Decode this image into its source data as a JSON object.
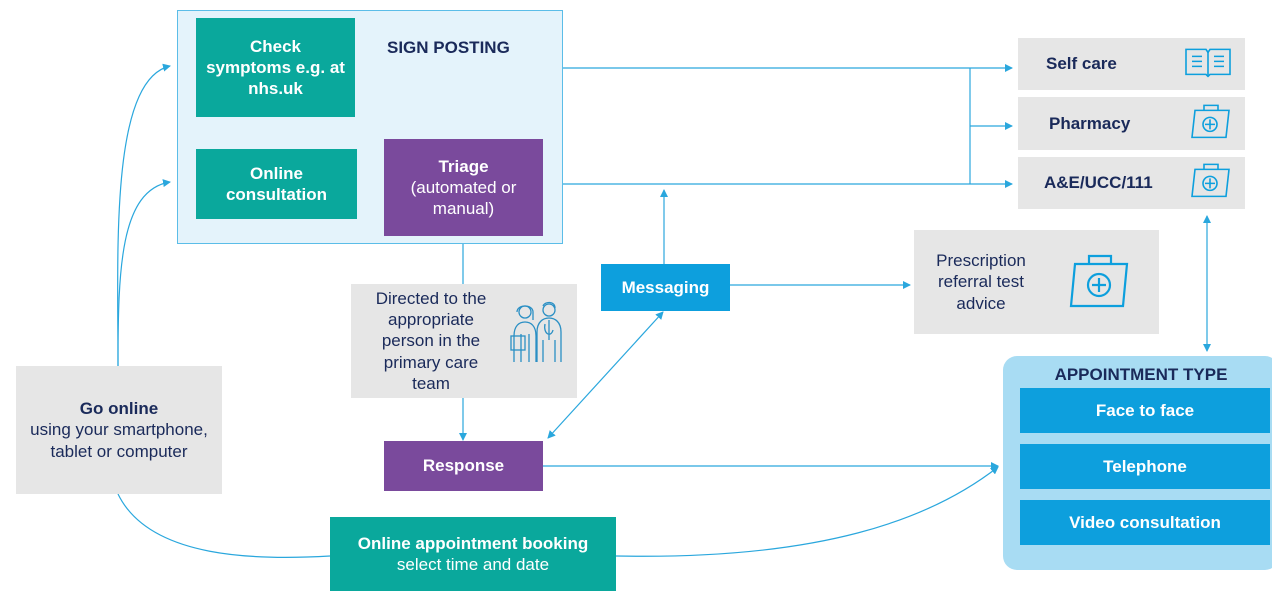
{
  "colors": {
    "teal": "#0aa89c",
    "purple": "#7a4a9c",
    "blue": "#0d9fdd",
    "grey": "#e6e6e6",
    "navy": "#1a2a5a",
    "panel_light_blue": "#e4f3fb",
    "appointment_panel": "#a8dcf3",
    "connector": "#2aa7dd"
  },
  "sign_posting": {
    "label": "SIGN POSTING",
    "check_symptoms": "Check symptoms e.g. at nhs.uk",
    "online_consultation": "Online consultation",
    "triage": {
      "title": "Triage",
      "detail": "(automated or manual)"
    }
  },
  "go_online": {
    "title": "Go online",
    "detail": "using your smartphone, tablet or computer"
  },
  "directed": {
    "text": "Directed to the appropriate person in the primary care team",
    "icon": "care-team-people-icon"
  },
  "messaging": "Messaging",
  "response": "Response",
  "prescription": {
    "text": "Prescription referral test advice",
    "icon": "medical-bag-icon"
  },
  "online_booking": {
    "title": "Online appointment booking",
    "detail": "select time and date"
  },
  "destinations": [
    {
      "label": "Self care",
      "icon": "open-book-icon"
    },
    {
      "label": "Pharmacy",
      "icon": "medical-bag-icon"
    },
    {
      "label": "A&E/UCC/111",
      "icon": "medical-bag-icon"
    }
  ],
  "appointment_type": {
    "title": "APPOINTMENT TYPE",
    "options": [
      "Face to face",
      "Telephone",
      "Video consultation"
    ]
  }
}
